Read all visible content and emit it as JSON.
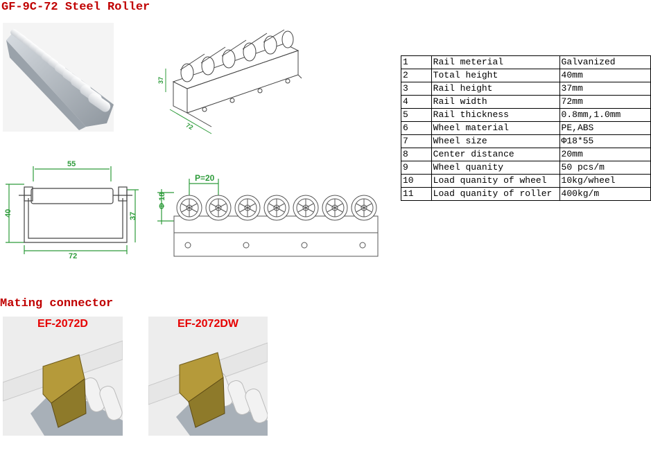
{
  "title": "GF-9C-72 Steel Roller",
  "drawings": {
    "iso_height": "37",
    "iso_width": "72",
    "front_top_width": "55",
    "front_left_height": "40",
    "front_right_height": "37",
    "front_bottom_width": "72",
    "side_pitch": "P=20",
    "side_diameter": "Φ 18"
  },
  "spec_table": {
    "rows": [
      {
        "no": "1",
        "item": "Rail meterial",
        "value": "Galvanized"
      },
      {
        "no": "2",
        "item": "Total height",
        "value": "40mm"
      },
      {
        "no": "3",
        "item": "Rail height",
        "value": "37mm"
      },
      {
        "no": "4",
        "item": "Rail width",
        "value": "72mm"
      },
      {
        "no": "5",
        "item": "Rail thickness",
        "value": "0.8mm,1.0mm"
      },
      {
        "no": "6",
        "item": "Wheel material",
        "value": "PE,ABS"
      },
      {
        "no": "7",
        "item": "Wheel size",
        "value": "Φ18*55"
      },
      {
        "no": "8",
        "item": "Center distance",
        "value": "20mm"
      },
      {
        "no": "9",
        "item": "Wheel quanity",
        "value": "50 pcs/m"
      },
      {
        "no": "10",
        "item": "Load quanity of wheel",
        "value": "10kg/wheel"
      },
      {
        "no": "11",
        "item": "Load quanity of roller",
        "value": "400kg/m"
      }
    ]
  },
  "mating": {
    "title": "Mating connector",
    "connectors": [
      {
        "label": "EF-2072D"
      },
      {
        "label": "EF-2072DW"
      }
    ]
  },
  "colors": {
    "title_red": "#c00000",
    "label_red": "#e60000",
    "dimension_green": "#2d9b3a"
  }
}
